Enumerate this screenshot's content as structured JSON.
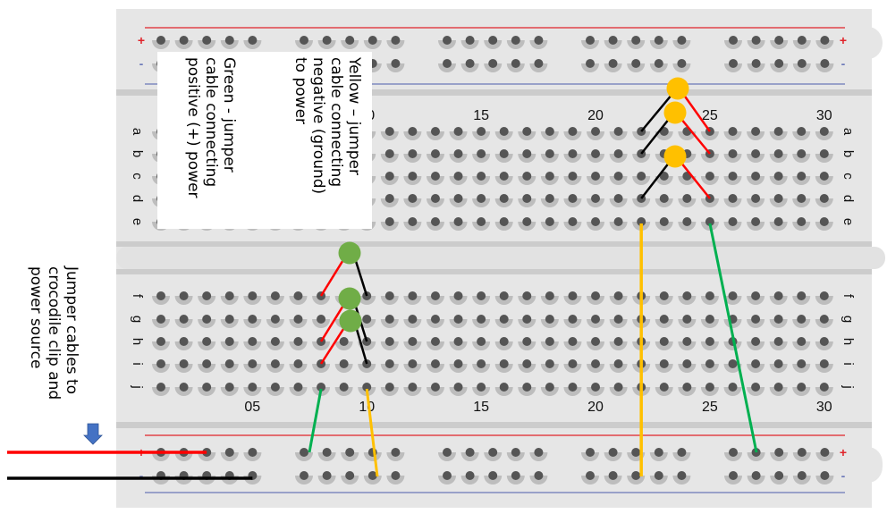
{
  "title": "Breadboard wiring diagram with LEDs and jumper cables",
  "colors": {
    "board": "#e6e6e6",
    "board_groove": "#cccccc",
    "hole": "#555555",
    "hole_shadow": "#bdbdbd",
    "rail_positive": "#e0242b",
    "rail_negative": "#6b78b8",
    "wire_red": "#ff0000",
    "wire_black": "#000000",
    "wire_green": "#00b050",
    "wire_yellow": "#ffc000",
    "led_yellow": "#ffc000",
    "led_green": "#70ad47",
    "arrow": "#4472c4"
  },
  "rail_signs": {
    "positive": "+",
    "negative": "-"
  },
  "row_labels_top": [
    "a",
    "b",
    "c",
    "d",
    "e"
  ],
  "row_labels_bottom": [
    "f",
    "g",
    "h",
    "i",
    "j"
  ],
  "column_labels_top": [
    "10",
    "15",
    "20",
    "25",
    "30"
  ],
  "column_labels_bottom": [
    "05",
    "10",
    "15",
    "20",
    "25",
    "30"
  ],
  "columns_count": 30,
  "annotations": {
    "yellow": [
      "Yellow – jumper",
      "cable connecting",
      "negative (ground)",
      "to power"
    ],
    "green": [
      "Green - jumper",
      "cable connecting",
      "positive (+) power"
    ],
    "jumper": [
      "Jumper cables to",
      "crocodile clip and",
      "power source"
    ]
  },
  "leds": [
    {
      "color": "yellow",
      "anode": "a25",
      "cathode": "a22",
      "position": "top-rail-gap"
    },
    {
      "color": "yellow",
      "anode": "b25",
      "cathode": "b22"
    },
    {
      "color": "yellow",
      "anode": "d25",
      "cathode": "d22"
    },
    {
      "color": "green",
      "anode": "f8",
      "cathode": "f10",
      "position": "center-channel"
    },
    {
      "color": "green",
      "anode": "h8",
      "cathode": "h10"
    },
    {
      "color": "green",
      "anode": "i8",
      "cathode": "i10"
    }
  ],
  "wires": [
    {
      "color": "yellow",
      "from": "e22",
      "to": "bottom-negative-rail"
    },
    {
      "color": "green",
      "from": "e25",
      "to": "bottom-positive-rail"
    },
    {
      "color": "green",
      "from": "j8",
      "to": "bottom-positive-rail"
    },
    {
      "color": "yellow",
      "from": "j10",
      "to": "bottom-negative-rail"
    },
    {
      "color": "red",
      "from": "power-source",
      "to": "bottom-positive-rail"
    },
    {
      "color": "black",
      "from": "power-source",
      "to": "bottom-negative-rail"
    }
  ]
}
